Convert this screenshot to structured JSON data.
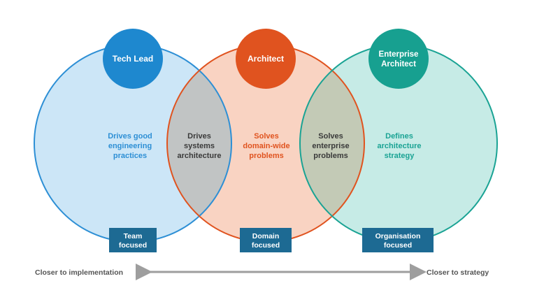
{
  "colors": {
    "blue": "#2d8fd5",
    "blue_fill": "#cce6f7",
    "orange": "#e0531f",
    "orange_fill": "#f9d3c2",
    "teal": "#1aa394",
    "teal_fill": "#c6ebe6",
    "overlap_grey": "#c1c4c4",
    "overlap_olive": "#c3cab6",
    "scope_box": "#1d6a93",
    "arrow": "#9e9e9e"
  },
  "roles": {
    "tech_lead": "Tech Lead",
    "architect": "Architect",
    "enterprise_architect": [
      "Enterprise",
      "Architect"
    ]
  },
  "circles": {
    "tech_lead_text": [
      "Drives good",
      "engineering",
      "practices"
    ],
    "overlap_left_text": [
      "Drives",
      "systems",
      "architecture"
    ],
    "architect_text": [
      "Solves",
      "domain-wide",
      "problems"
    ],
    "overlap_right_text": [
      "Solves",
      "enterprise",
      "problems"
    ],
    "enterprise_text": [
      "Defines",
      "architecture",
      "strategy"
    ]
  },
  "scopes": {
    "team": [
      "Team",
      "focused"
    ],
    "domain": [
      "Domain",
      "focused"
    ],
    "organisation": [
      "Organisation",
      "focused"
    ]
  },
  "axis": {
    "left": "Closer to implementation",
    "right": "Closer to strategy"
  }
}
